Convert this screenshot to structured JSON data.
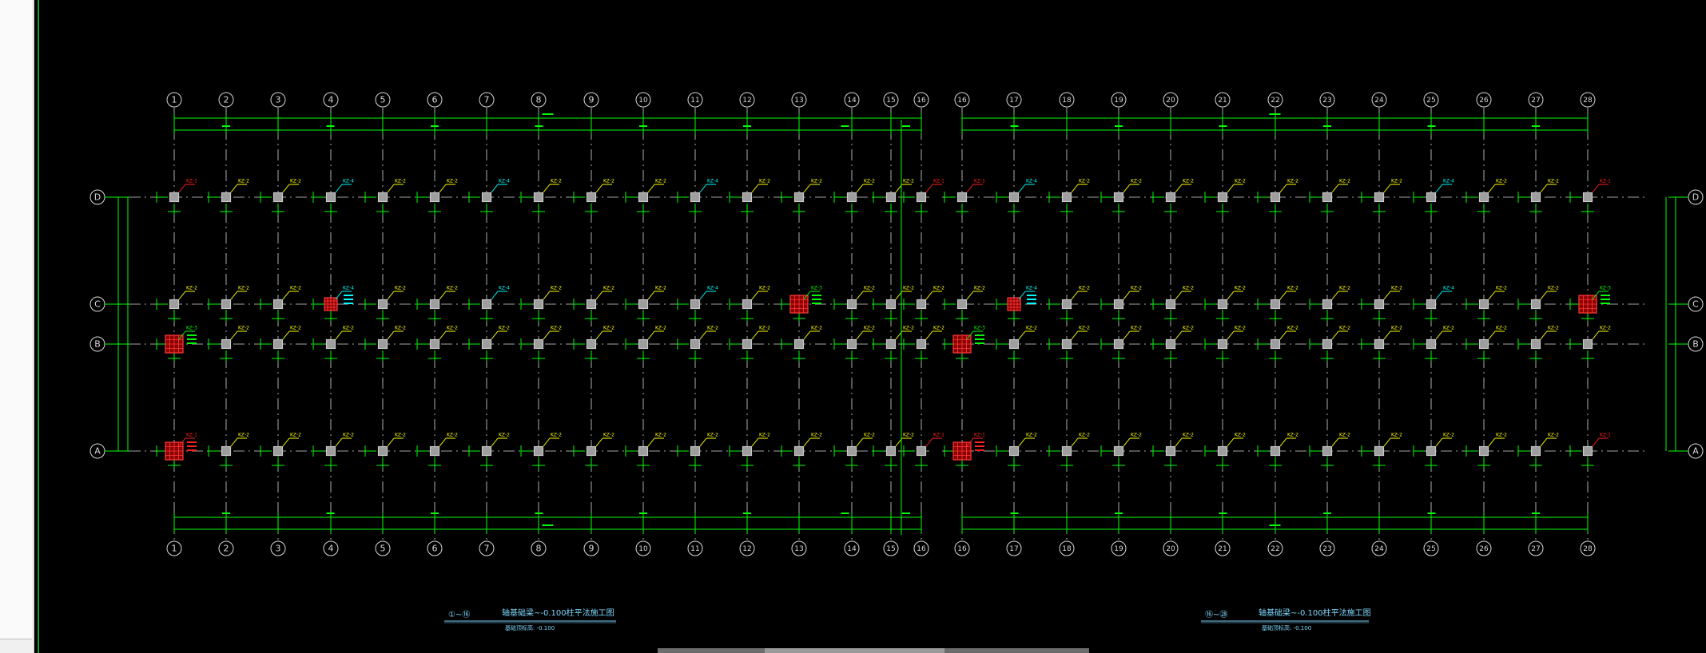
{
  "plans": [
    {
      "id": "left",
      "grid_numbers": [
        "1",
        "2",
        "3",
        "4",
        "5",
        "6",
        "7",
        "8",
        "9",
        "10",
        "11",
        "12",
        "13",
        "14",
        "15",
        "16"
      ],
      "row_letters": [
        "D",
        "C",
        "B",
        "A"
      ],
      "caption_axis": "①~⑯",
      "caption_title": "轴基础梁~-0.100柱平法施工图",
      "caption_sub": "基础顶标高: -0.100"
    },
    {
      "id": "right",
      "grid_numbers": [
        "16",
        "17",
        "18",
        "19",
        "20",
        "21",
        "22",
        "23",
        "24",
        "25",
        "26",
        "27",
        "28"
      ],
      "row_letters": [
        "D",
        "C",
        "B",
        "A"
      ],
      "caption_axis": "⑯~㉘",
      "caption_title": "轴基础梁~-0.100柱平法施工图",
      "caption_sub": "基础顶标高: -0.100"
    }
  ],
  "column_tags": {
    "kz1": "KZ-1",
    "kz2": "KZ-2",
    "kz3": "KZ-3",
    "kz4": "KZ-4"
  },
  "colors": {
    "background": "#000000",
    "grid_line": "#d9d9d9",
    "dimension": "#00ff00",
    "column": "#c8c8c8",
    "highlight_column": "#ff3b3b",
    "tag_yellow": "#ffff00",
    "tag_cyan": "#00ffff",
    "tag_red": "#ff2020",
    "caption_text": "#7fd8ff"
  }
}
